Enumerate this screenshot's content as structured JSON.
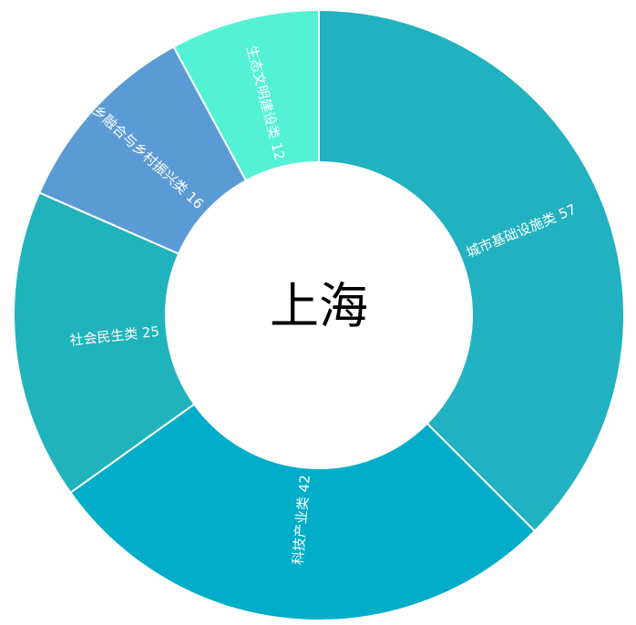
{
  "chart_data": {
    "type": "pie",
    "title": "上海",
    "slices": [
      {
        "label": "城市基础设施类",
        "value": 57,
        "color": "#21b1c0"
      },
      {
        "label": "科技产业类",
        "value": 42,
        "color": "#02adc9"
      },
      {
        "label": "社会民生类",
        "value": 25,
        "color": "#20b3bb"
      },
      {
        "label": "城乡融合与乡村振兴类",
        "value": 16,
        "color": "#5b9bd5"
      },
      {
        "label": "生态文明建设类",
        "value": 12,
        "color": "#53f2d4"
      }
    ]
  }
}
